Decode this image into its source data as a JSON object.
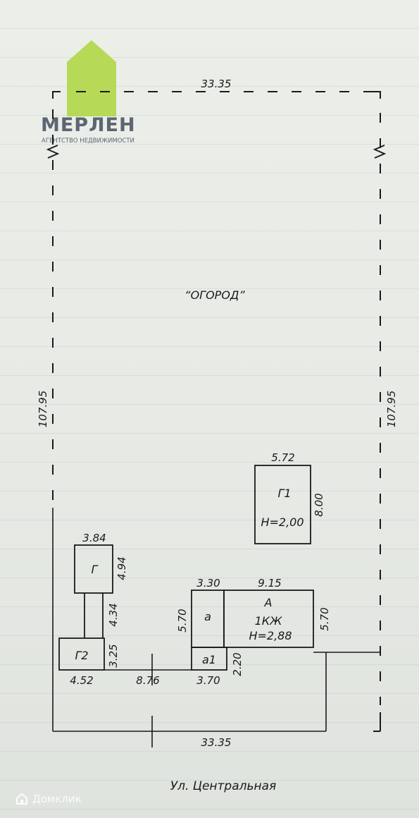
{
  "logo": {
    "name": "МЕРЛЕН",
    "subtitle": "АГЕНТСТВО НЕДВИЖИМОСТИ",
    "color": "#b6d957"
  },
  "plot": {
    "top_width": "33.35",
    "bottom_width": "33.35",
    "left_length": "107.95",
    "right_length": "107.95",
    "garden_label": "“ОГОРОД”",
    "street_label": "Ул. Центральная"
  },
  "buildings": {
    "g1": {
      "name": "Г1",
      "height": "H=2,00",
      "width": "5.72",
      "depth": "8.00"
    },
    "g": {
      "name": "Г",
      "width": "3.84",
      "depth": "4.94",
      "neck": "4.34"
    },
    "g2": {
      "name": "Г2",
      "width": "4.52",
      "depth": "3.25"
    },
    "a_small": {
      "name": "а",
      "width": "3.30",
      "depth": "5.70"
    },
    "a_main": {
      "name": "А",
      "type": "1КЖ",
      "height": "H=2,88",
      "width": "9.15",
      "depth": "5.70"
    },
    "a1": {
      "name": "а1",
      "width": "3.70",
      "depth": "2.20"
    },
    "gap": "8.76"
  },
  "watermark": {
    "text": "Домклик"
  }
}
